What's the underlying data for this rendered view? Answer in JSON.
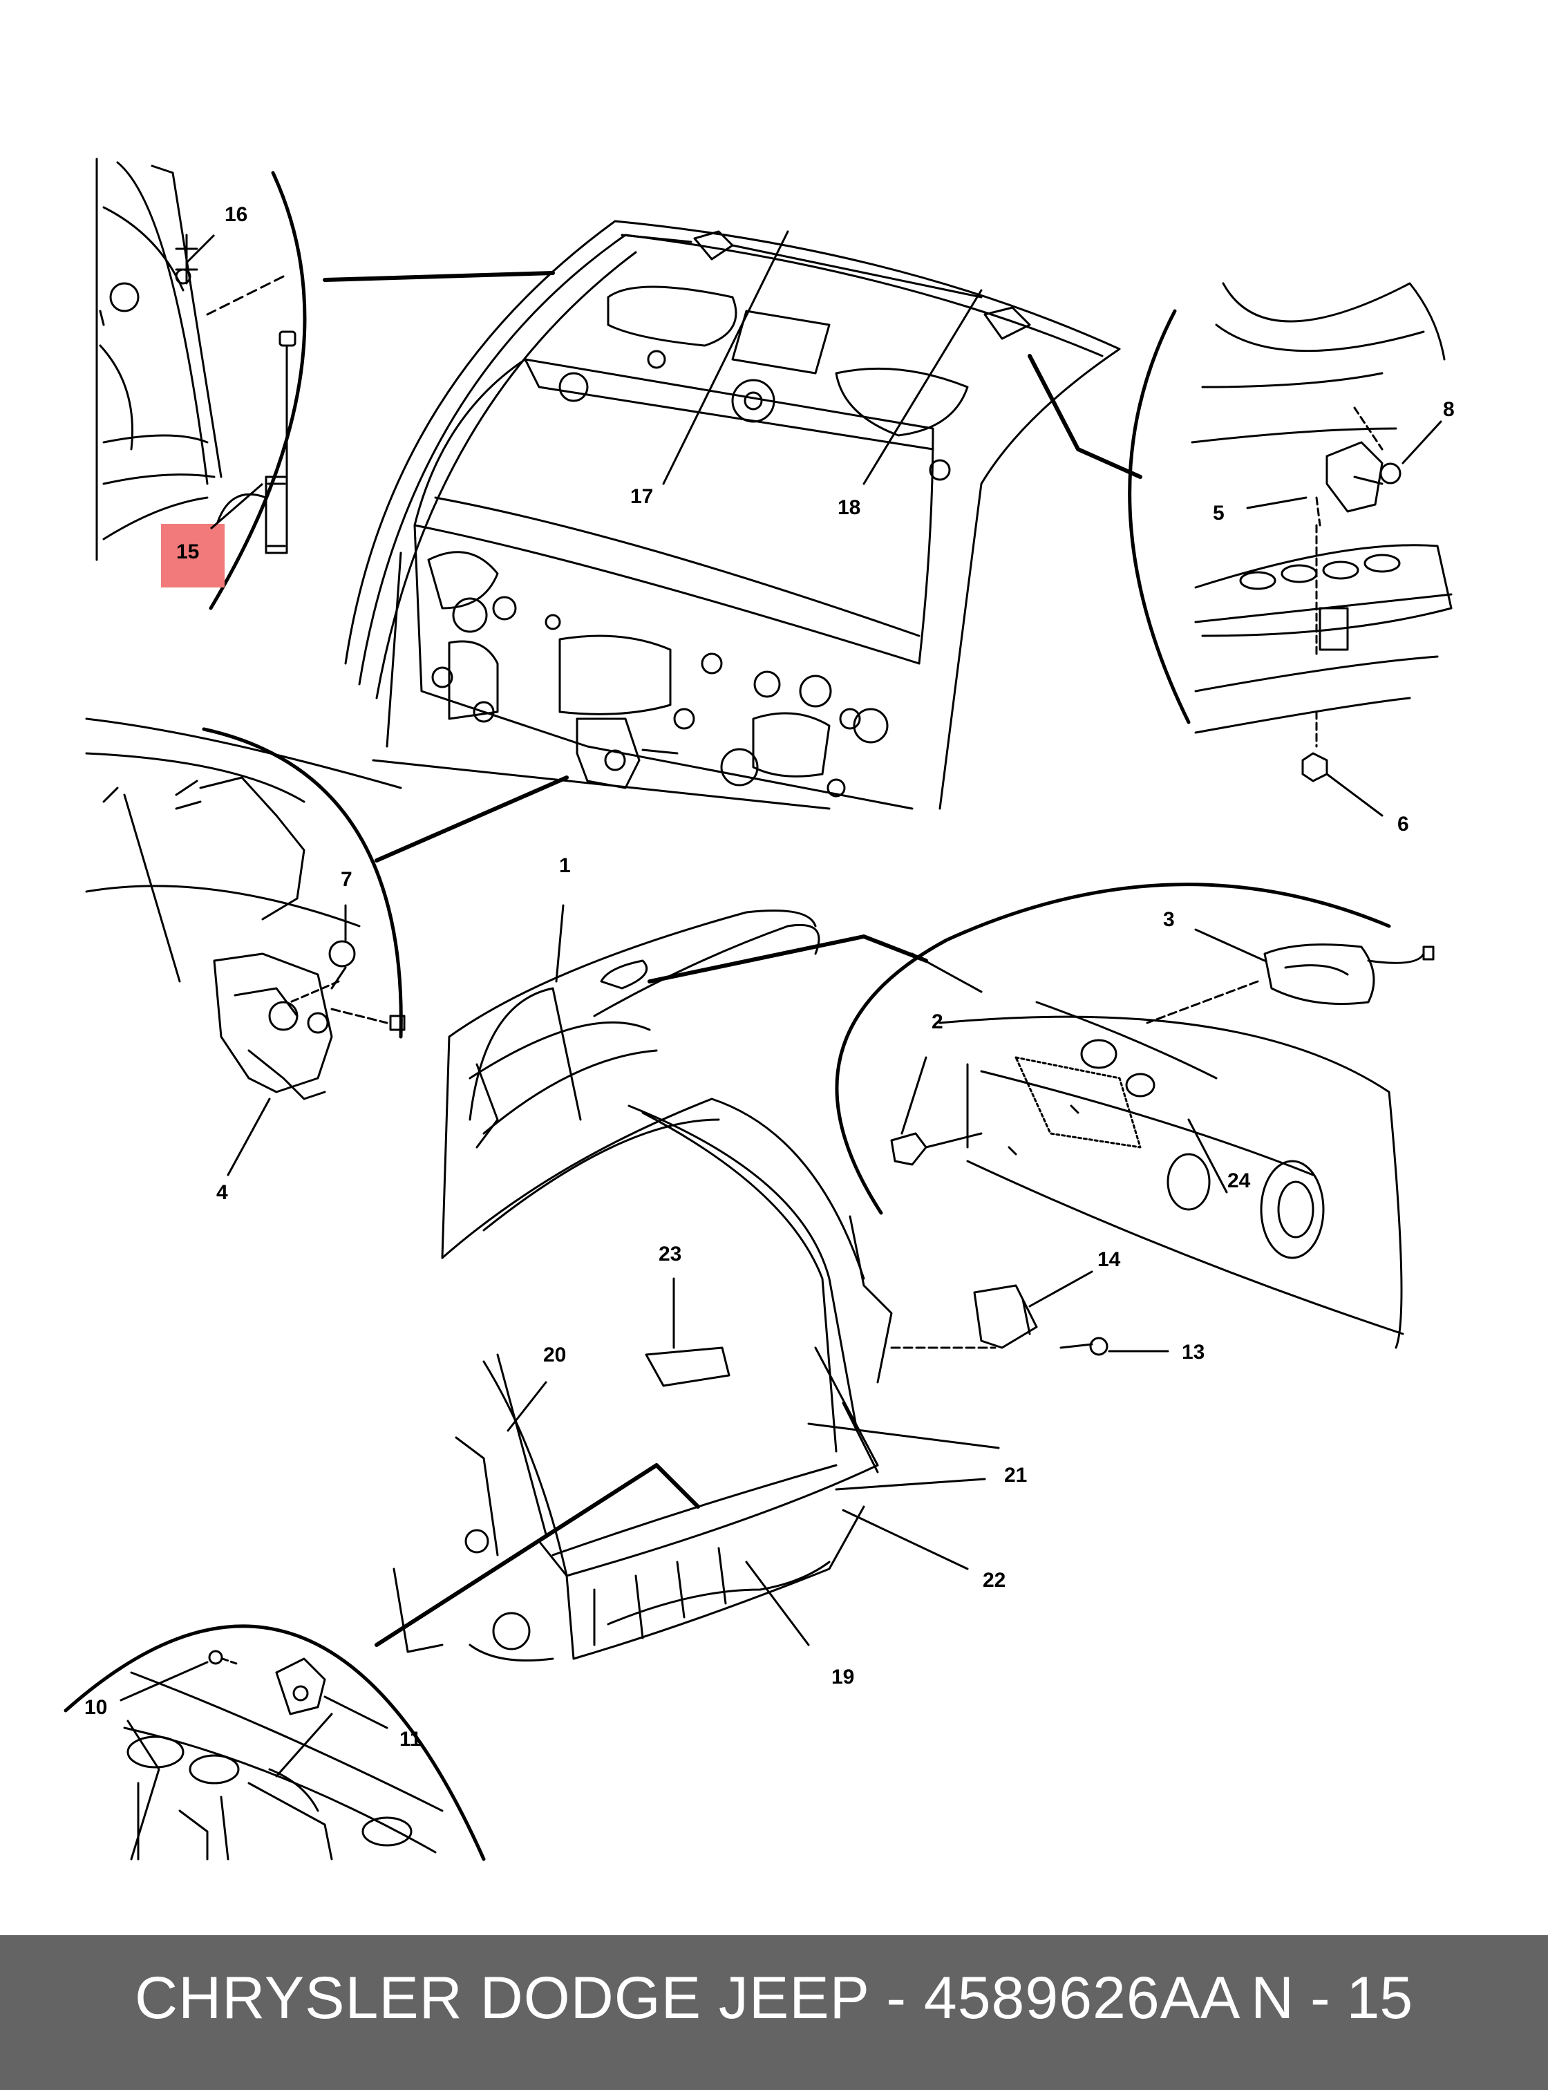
{
  "diagram": {
    "highlight_color": "#f27a7a",
    "callouts": [
      "1",
      "2",
      "3",
      "4",
      "5",
      "6",
      "7",
      "8",
      "10",
      "11",
      "13",
      "14",
      "15",
      "16",
      "17",
      "18",
      "19",
      "20",
      "21",
      "22",
      "23",
      "24"
    ],
    "highlighted_callout": "15"
  },
  "footer": {
    "brand_part": "CHRYSLER DODGE JEEP - 4589626AA",
    "page_code": "N - 15",
    "background": "#646464"
  }
}
